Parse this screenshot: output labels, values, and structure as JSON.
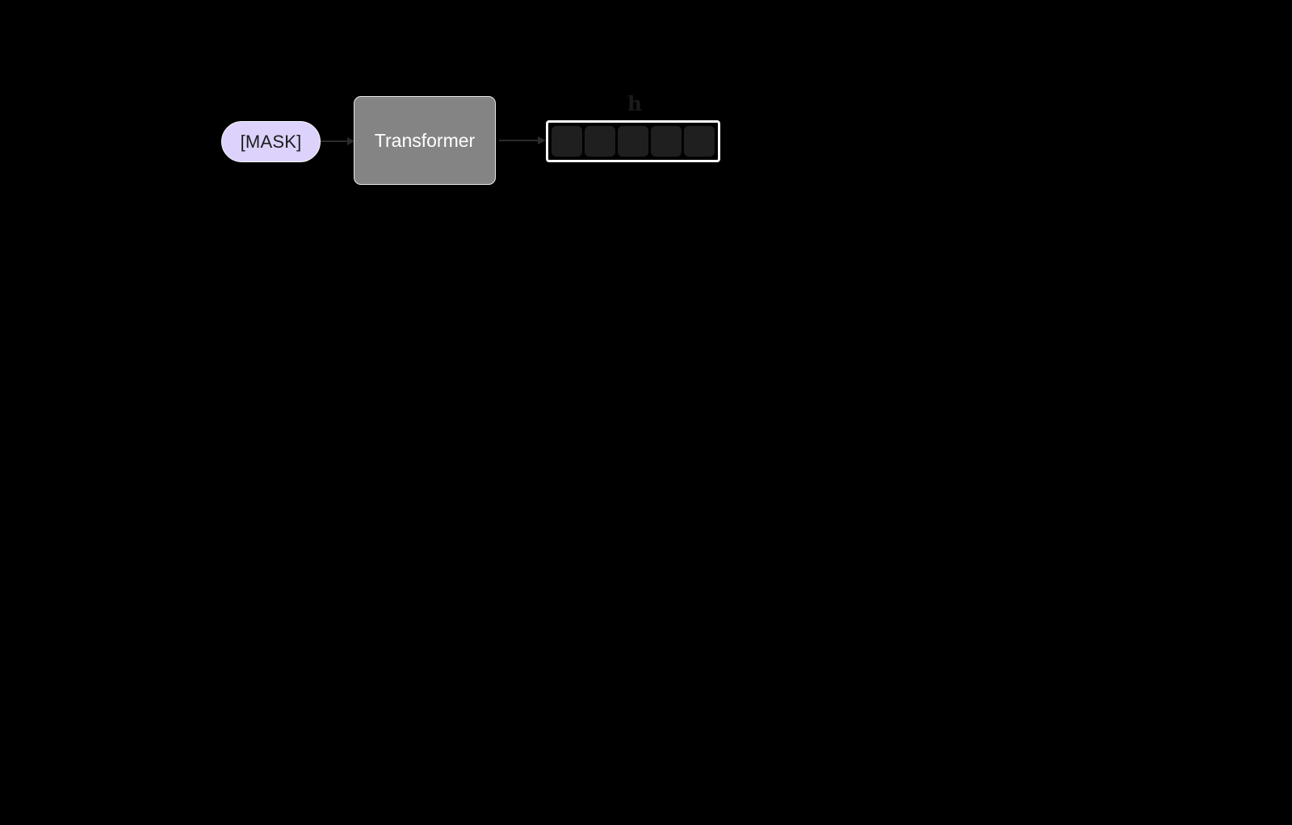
{
  "figure": {
    "background_color": "#000000",
    "title": "",
    "description": "Masked token fed through a Transformer producing a hidden-state vector h"
  },
  "input": {
    "token_label": "[MASK]",
    "fill_color": "#ddd2fc",
    "text_color": "#1c1c1c",
    "border_color": "#f5f5f5"
  },
  "model": {
    "block_label": "Transformer",
    "fill_color": "#848484",
    "text_color": "#ffffff",
    "border_color": "#e8e8e8"
  },
  "output": {
    "vector_label": "h",
    "label_color": "#1b1b1b",
    "cell_count": 5,
    "cell_color": "#1f1f1f",
    "container_border_color": "#ffffff",
    "container_fill_color": "#000000",
    "cells": [
      "",
      "",
      "",
      "",
      ""
    ]
  },
  "connectors": [
    {
      "name": "mask-to-transformer",
      "from": "[MASK]",
      "to": "Transformer",
      "direction": "right",
      "color": "#2b2b2b"
    },
    {
      "name": "transformer-to-h",
      "from": "Transformer",
      "to": "h",
      "direction": "right",
      "color": "#2b2b2b"
    }
  ]
}
